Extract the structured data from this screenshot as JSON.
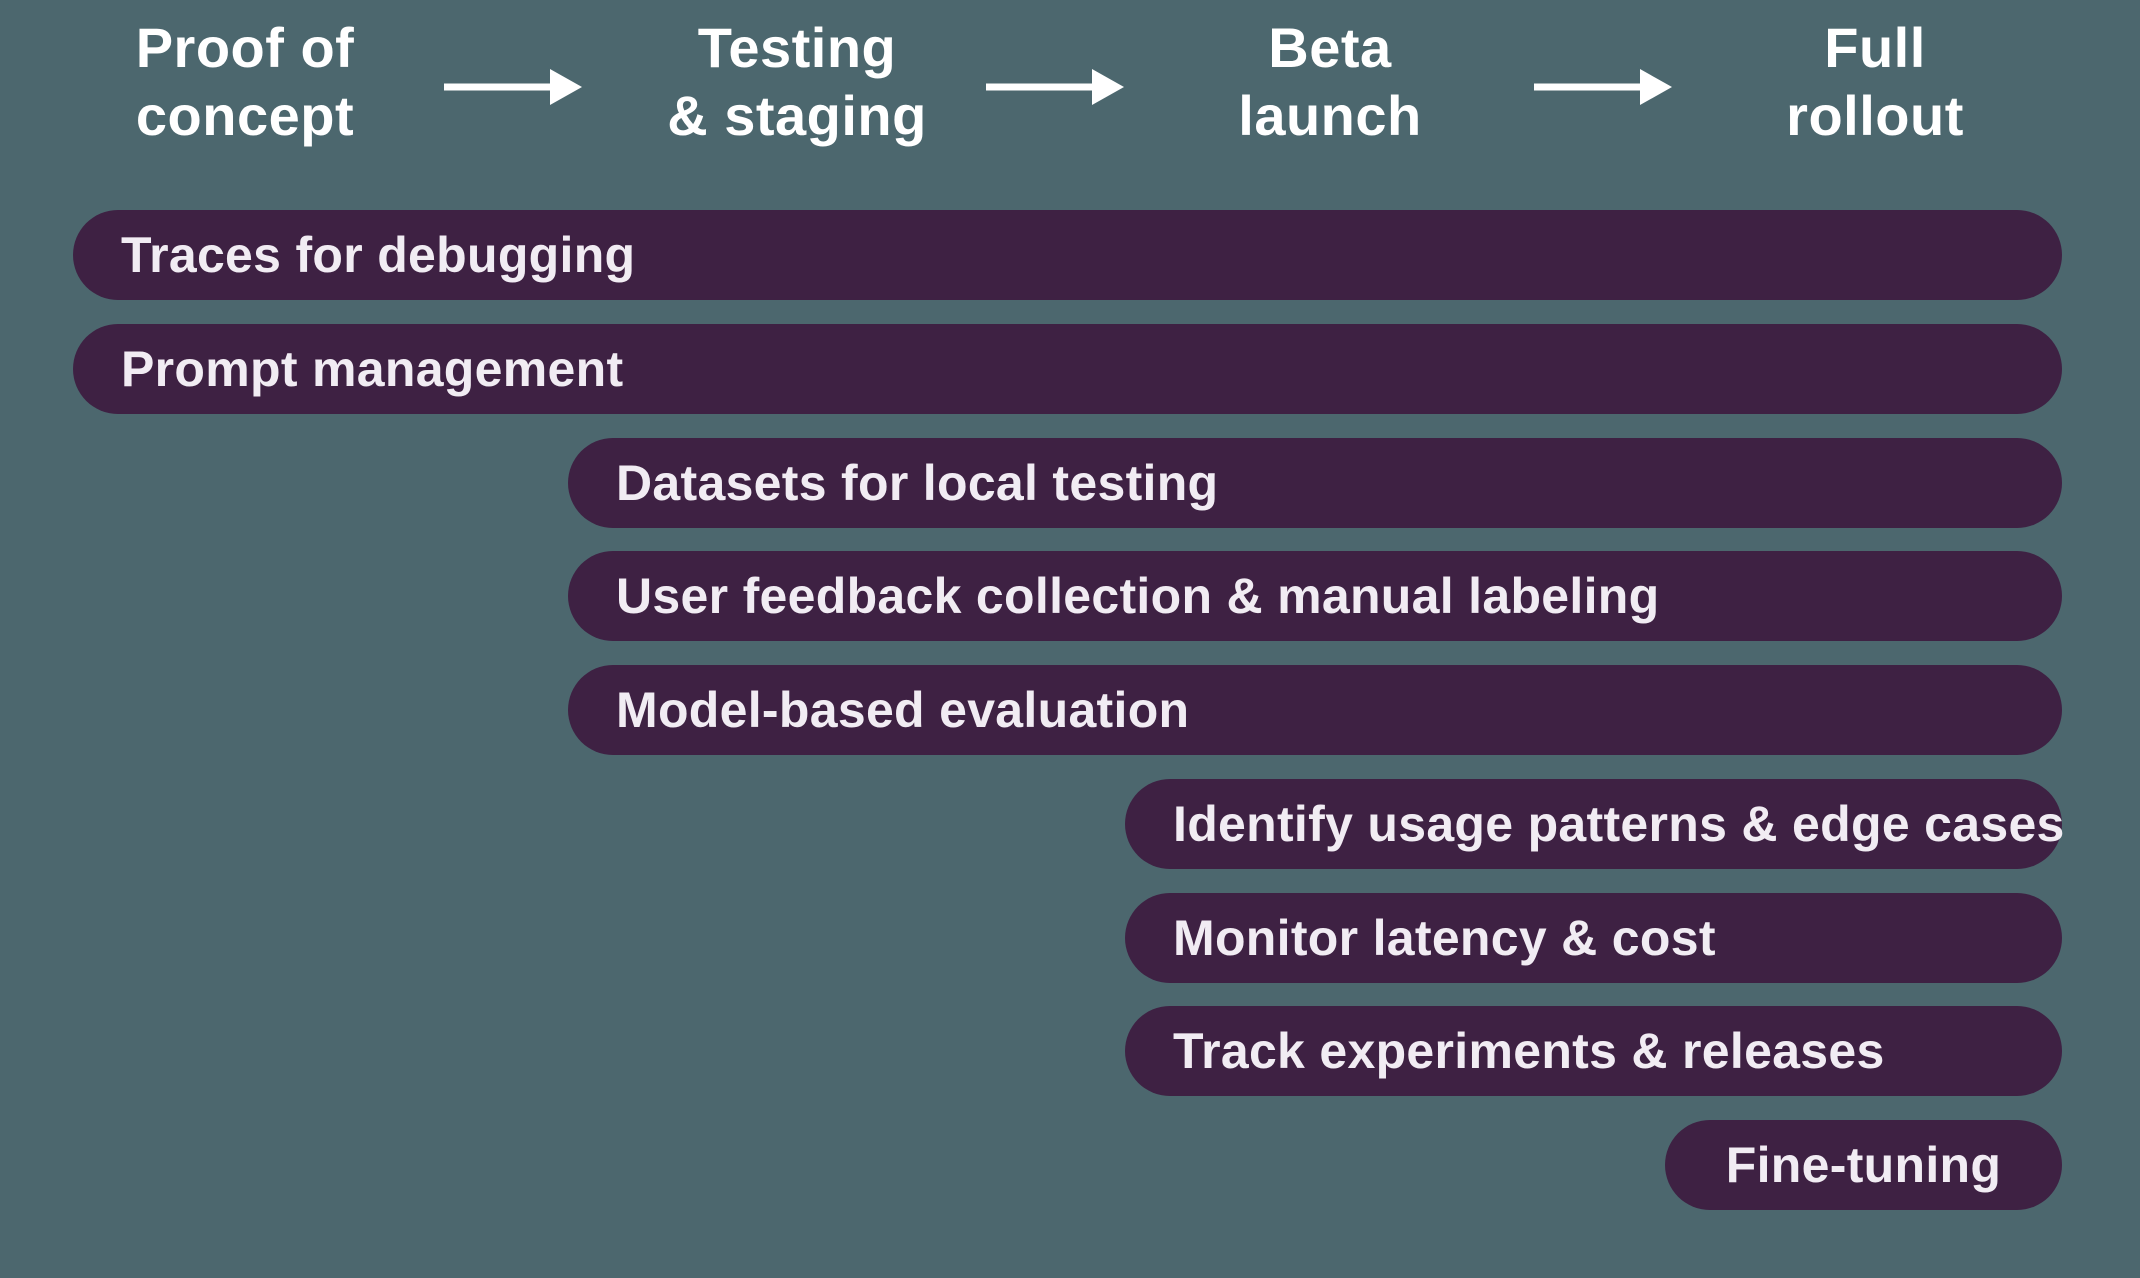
{
  "diagram": {
    "type": "roadmap-gantt",
    "colors": {
      "background": "#4c676e",
      "bar_fill": "#3e2143",
      "bar_text": "#f1ecf3",
      "stage_text": "#ffffff",
      "arrow": "#ffffff"
    },
    "stages": [
      {
        "label": "Proof of\nconcept"
      },
      {
        "label": "Testing\n& staging"
      },
      {
        "label": "Beta\nlaunch"
      },
      {
        "label": "Full\nrollout"
      }
    ],
    "icons": {
      "flow_arrow": "right-arrow"
    },
    "bars": [
      {
        "label": "Traces for debugging",
        "span": {
          "from": "Proof of concept",
          "to": "Full rollout"
        }
      },
      {
        "label": "Prompt management",
        "span": {
          "from": "Proof of concept",
          "to": "Full rollout"
        }
      },
      {
        "label": "Datasets for local testing",
        "span": {
          "from": "Testing & staging",
          "to": "Full rollout"
        }
      },
      {
        "label": "User feedback collection & manual labeling",
        "span": {
          "from": "Testing & staging",
          "to": "Full rollout"
        }
      },
      {
        "label": "Model-based evaluation",
        "span": {
          "from": "Testing & staging",
          "to": "Full rollout"
        }
      },
      {
        "label": "Identify usage patterns & edge cases",
        "span": {
          "from": "Beta launch",
          "to": "Full rollout"
        }
      },
      {
        "label": "Monitor latency & cost",
        "span": {
          "from": "Beta launch",
          "to": "Full rollout"
        }
      },
      {
        "label": "Track experiments & releases",
        "span": {
          "from": "Beta launch",
          "to": "Full rollout"
        }
      },
      {
        "label": "Fine-tuning",
        "span": {
          "from": "Full rollout",
          "to": "Full rollout"
        }
      }
    ]
  }
}
